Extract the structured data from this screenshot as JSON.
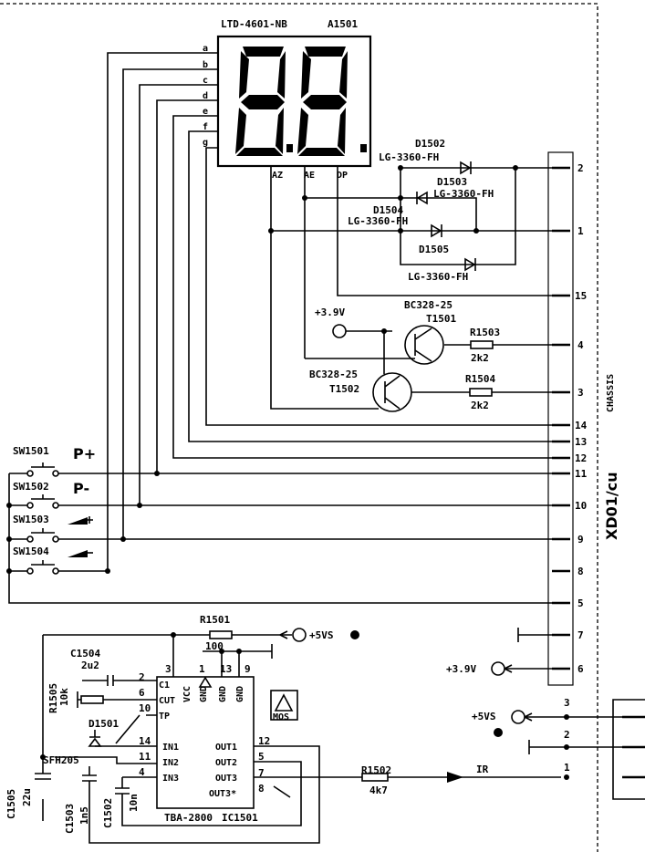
{
  "display": {
    "part": "LTD-4601-NB",
    "ref": "A1501",
    "segments": [
      "a",
      "b",
      "c",
      "d",
      "e",
      "f",
      "g"
    ],
    "common": [
      "AZ",
      "AE",
      "DP"
    ]
  },
  "leds": [
    {
      "ref": "D1502",
      "type": "LG-3360-FH"
    },
    {
      "ref": "D1503",
      "type": "LG-3360-FH"
    },
    {
      "ref": "D1504",
      "type": "LG-3360-FH"
    },
    {
      "ref": "D1505",
      "type": "LG-3360-FH"
    }
  ],
  "transistors": [
    {
      "ref": "T1501",
      "type": "BC328-25"
    },
    {
      "ref": "T1502",
      "type": "BC328-25"
    }
  ],
  "resistors": [
    {
      "ref": "R1503",
      "value": "2k2"
    },
    {
      "ref": "R1504",
      "value": "2k2"
    },
    {
      "ref": "R1501",
      "value": "100"
    },
    {
      "ref": "R1502",
      "value": "4k7"
    },
    {
      "ref": "R1505",
      "value": "10k"
    }
  ],
  "supply_left": "+3.9V",
  "connector": {
    "name": "XD01/cu",
    "chassis": "CHASSIS",
    "pins": [
      "2",
      "1",
      "15",
      "4",
      "3",
      "14",
      "13",
      "12",
      "11",
      "10",
      "9",
      "8",
      "5",
      "7",
      "6"
    ],
    "supply": "+3.9V"
  },
  "switches": [
    {
      "ref": "SW1501",
      "label": "P+"
    },
    {
      "ref": "SW1502",
      "label": "P-"
    },
    {
      "ref": "SW1503",
      "label": ""
    },
    {
      "ref": "SW1504",
      "label": ""
    }
  ],
  "supply_5v": "+5VS",
  "capacitors": [
    {
      "ref": "C1504",
      "value": "2u2"
    },
    {
      "ref": "C1505",
      "value": "22u"
    },
    {
      "ref": "C1503",
      "value": "1n5"
    },
    {
      "ref": "C1502",
      "value": "10n"
    }
  ],
  "ic": {
    "part": "TBA-2800",
    "ref": "IC1501",
    "pins_left": [
      "C1",
      "CUT",
      "TP",
      "IN1",
      "IN2",
      "IN3"
    ],
    "pins_top": [
      "VCC",
      "GND",
      "GND",
      "GND"
    ],
    "pins_right": [
      "OUT1",
      "OUT2",
      "OUT3",
      "OUT3*"
    ],
    "pin_numbers": [
      "3",
      "1",
      "13",
      "9",
      "2",
      "6",
      "10",
      "14",
      "11",
      "4",
      "12",
      "5",
      "7",
      "8"
    ]
  },
  "photodiode": {
    "ref": "D1501",
    "type": "SFH205"
  },
  "mos_label": "MOS",
  "ir_label": "IR",
  "right_connector": {
    "pins": [
      "3",
      "2",
      "1"
    ],
    "supply": "+5VS"
  }
}
